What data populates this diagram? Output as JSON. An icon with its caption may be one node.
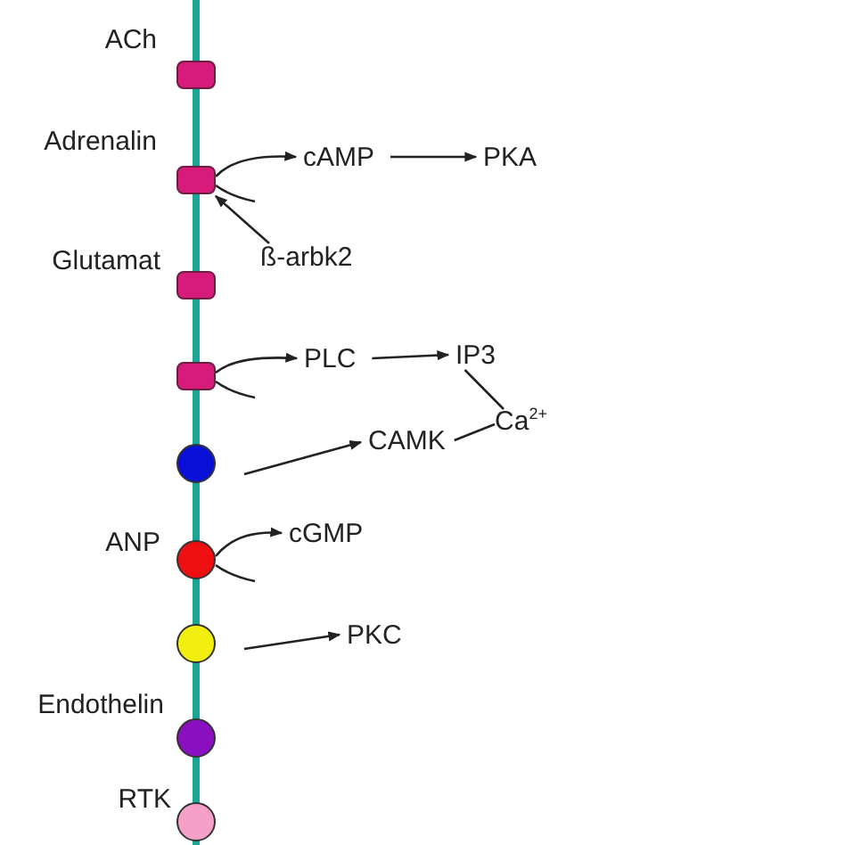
{
  "diagram": {
    "nodes": [
      {
        "text": [],
        "shape": "box",
        "beside": [
          "ACh"
        ]
      },
      {
        "text": [],
        "shape": "box",
        "beside": [
          "Adrenalin"
        ]
      },
      {
        "text": [
          "cAMP"
        ]
      },
      {
        "text": [
          "PKA"
        ]
      },
      {
        "text": [
          "ß-arbk2"
        ]
      },
      {
        "text": [],
        "shape": "box",
        "beside": [
          "Glutamat"
        ]
      },
      {
        "text": [],
        "shape": "box"
      },
      {
        "text": [
          "PLC"
        ]
      },
      {
        "text": [
          "IP3"
        ]
      },
      {
        "text": [
          "Ca$^{2+}$"
        ]
      },
      {
        "text": [],
        "shape": "circle"
      },
      {
        "text": [
          "CAMK"
        ]
      },
      {
        "text": [],
        "shape": "circle",
        "beside": [
          "ANP"
        ]
      },
      {
        "text": [
          "cGMP"
        ]
      },
      {
        "text": [],
        "shape": "circle"
      },
      {
        "text": [
          "PKC"
        ]
      },
      {
        "text": [],
        "shape": "circle",
        "beside": [
          "Endothelin"
        ]
      },
      {
        "text": [],
        "shape": "circle",
        "beside": [
          "RTK"
        ]
      }
    ],
    "edges": [
      {
        "from": 1,
        "to": 2,
        "arrow": "to"
      },
      {
        "from": 2,
        "to": 3,
        "arrow": "to"
      },
      {
        "from": 4,
        "to": 1,
        "arrow": "to"
      },
      {
        "from": 6,
        "to": 7,
        "arrow": "to"
      },
      {
        "from": 7,
        "to": 8,
        "arrow": "to"
      },
      {
        "from": 8,
        "to": 9,
        "arrow": "none"
      },
      {
        "from": 9,
        "to": 11,
        "arrow": "none"
      },
      {
        "from": 10,
        "to": 11,
        "arrow": "to"
      },
      {
        "from": 12,
        "to": 13,
        "arrow": "to"
      },
      {
        "from": 14,
        "to": 15,
        "arrow": "to"
      }
    ]
  }
}
